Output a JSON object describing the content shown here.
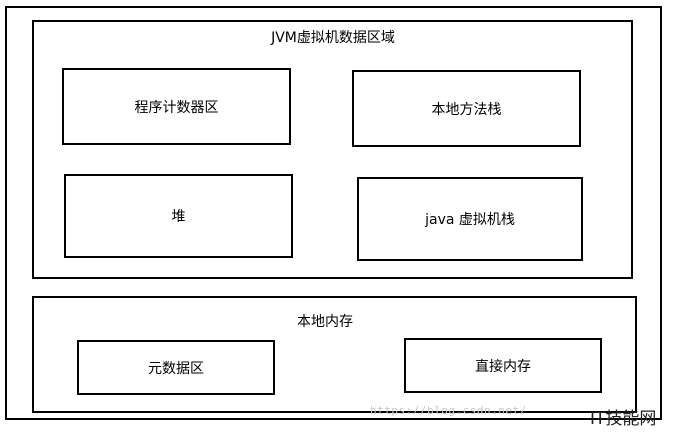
{
  "diagram": {
    "jvm_data_area": {
      "title": "JVM虚拟机数据区域",
      "regions": {
        "program_counter": "程序计数器区",
        "native_method_stack": "本地方法栈",
        "heap": "堆",
        "java_vm_stack": "java 虚拟机栈"
      }
    },
    "native_memory": {
      "title": "本地内存",
      "regions": {
        "metaspace": "元数据区",
        "direct_memory": "直接内存"
      }
    }
  },
  "watermark": {
    "url": "https://blog.csdn.net/",
    "logo": "IT技能网"
  }
}
